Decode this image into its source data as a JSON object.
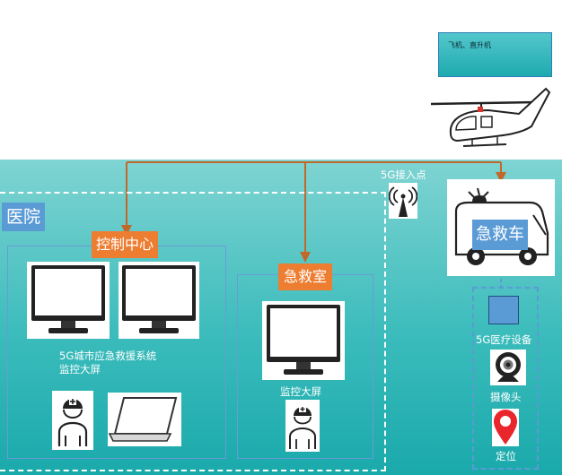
{
  "helicopter": {
    "label": "飞机、直升机"
  },
  "access_point": {
    "label": "5G接入点"
  },
  "hospital": {
    "label": "医院"
  },
  "control_center": {
    "label": "控制中心",
    "screen_caption_line1": "5G城市应急救援系统",
    "screen_caption_line2": "监控大屏"
  },
  "emergency_room": {
    "label": "急救室",
    "screen_caption": "监控大屏"
  },
  "ambulance": {
    "label": "急救车",
    "devices": [
      {
        "label": "5G医疗设备"
      },
      {
        "label": "摄像头"
      },
      {
        "label": "定位"
      }
    ]
  },
  "colors": {
    "teal": "#3cbcbc",
    "orange": "#ed7d31",
    "blue": "#5b9bd5",
    "connector": "#c0692a"
  },
  "icons": [
    "helicopter-icon",
    "signal-tower-icon",
    "monitor-icon",
    "doctor-icon",
    "laptop-icon",
    "ambulance-icon",
    "medical-device-icon",
    "camera-icon",
    "location-pin-icon"
  ]
}
